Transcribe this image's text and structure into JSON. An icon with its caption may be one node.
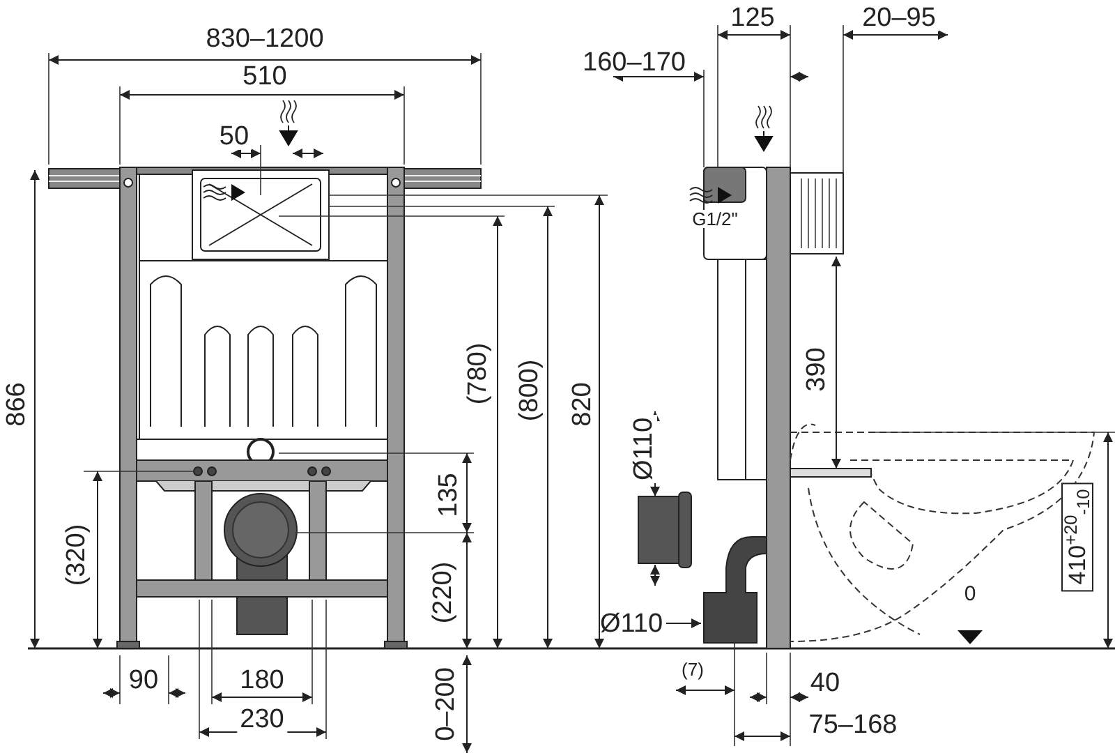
{
  "diagram": {
    "nodes": [
      {
        "text": [
          "Ø110"
        ]
      },
      {
        "text": [],
        "shape": "picture"
      }
    ],
    "edges": [
      {
        "from": 0,
        "to": 1,
        "arrow": "to"
      }
    ],
    "labels": [
      "830–1200",
      "125",
      "20–95",
      "510",
      "160–170",
      "50",
      "866",
      "G1/2\"",
      "(780)",
      "(800)",
      "820",
      "390",
      "135",
      "Ø110",
      "(320)",
      "(220)",
      "410$^{+20}$$_{-10}$",
      "0",
      "(7)",
      "90",
      "180",
      "40",
      "230",
      "0–200",
      "75–168"
    ]
  }
}
